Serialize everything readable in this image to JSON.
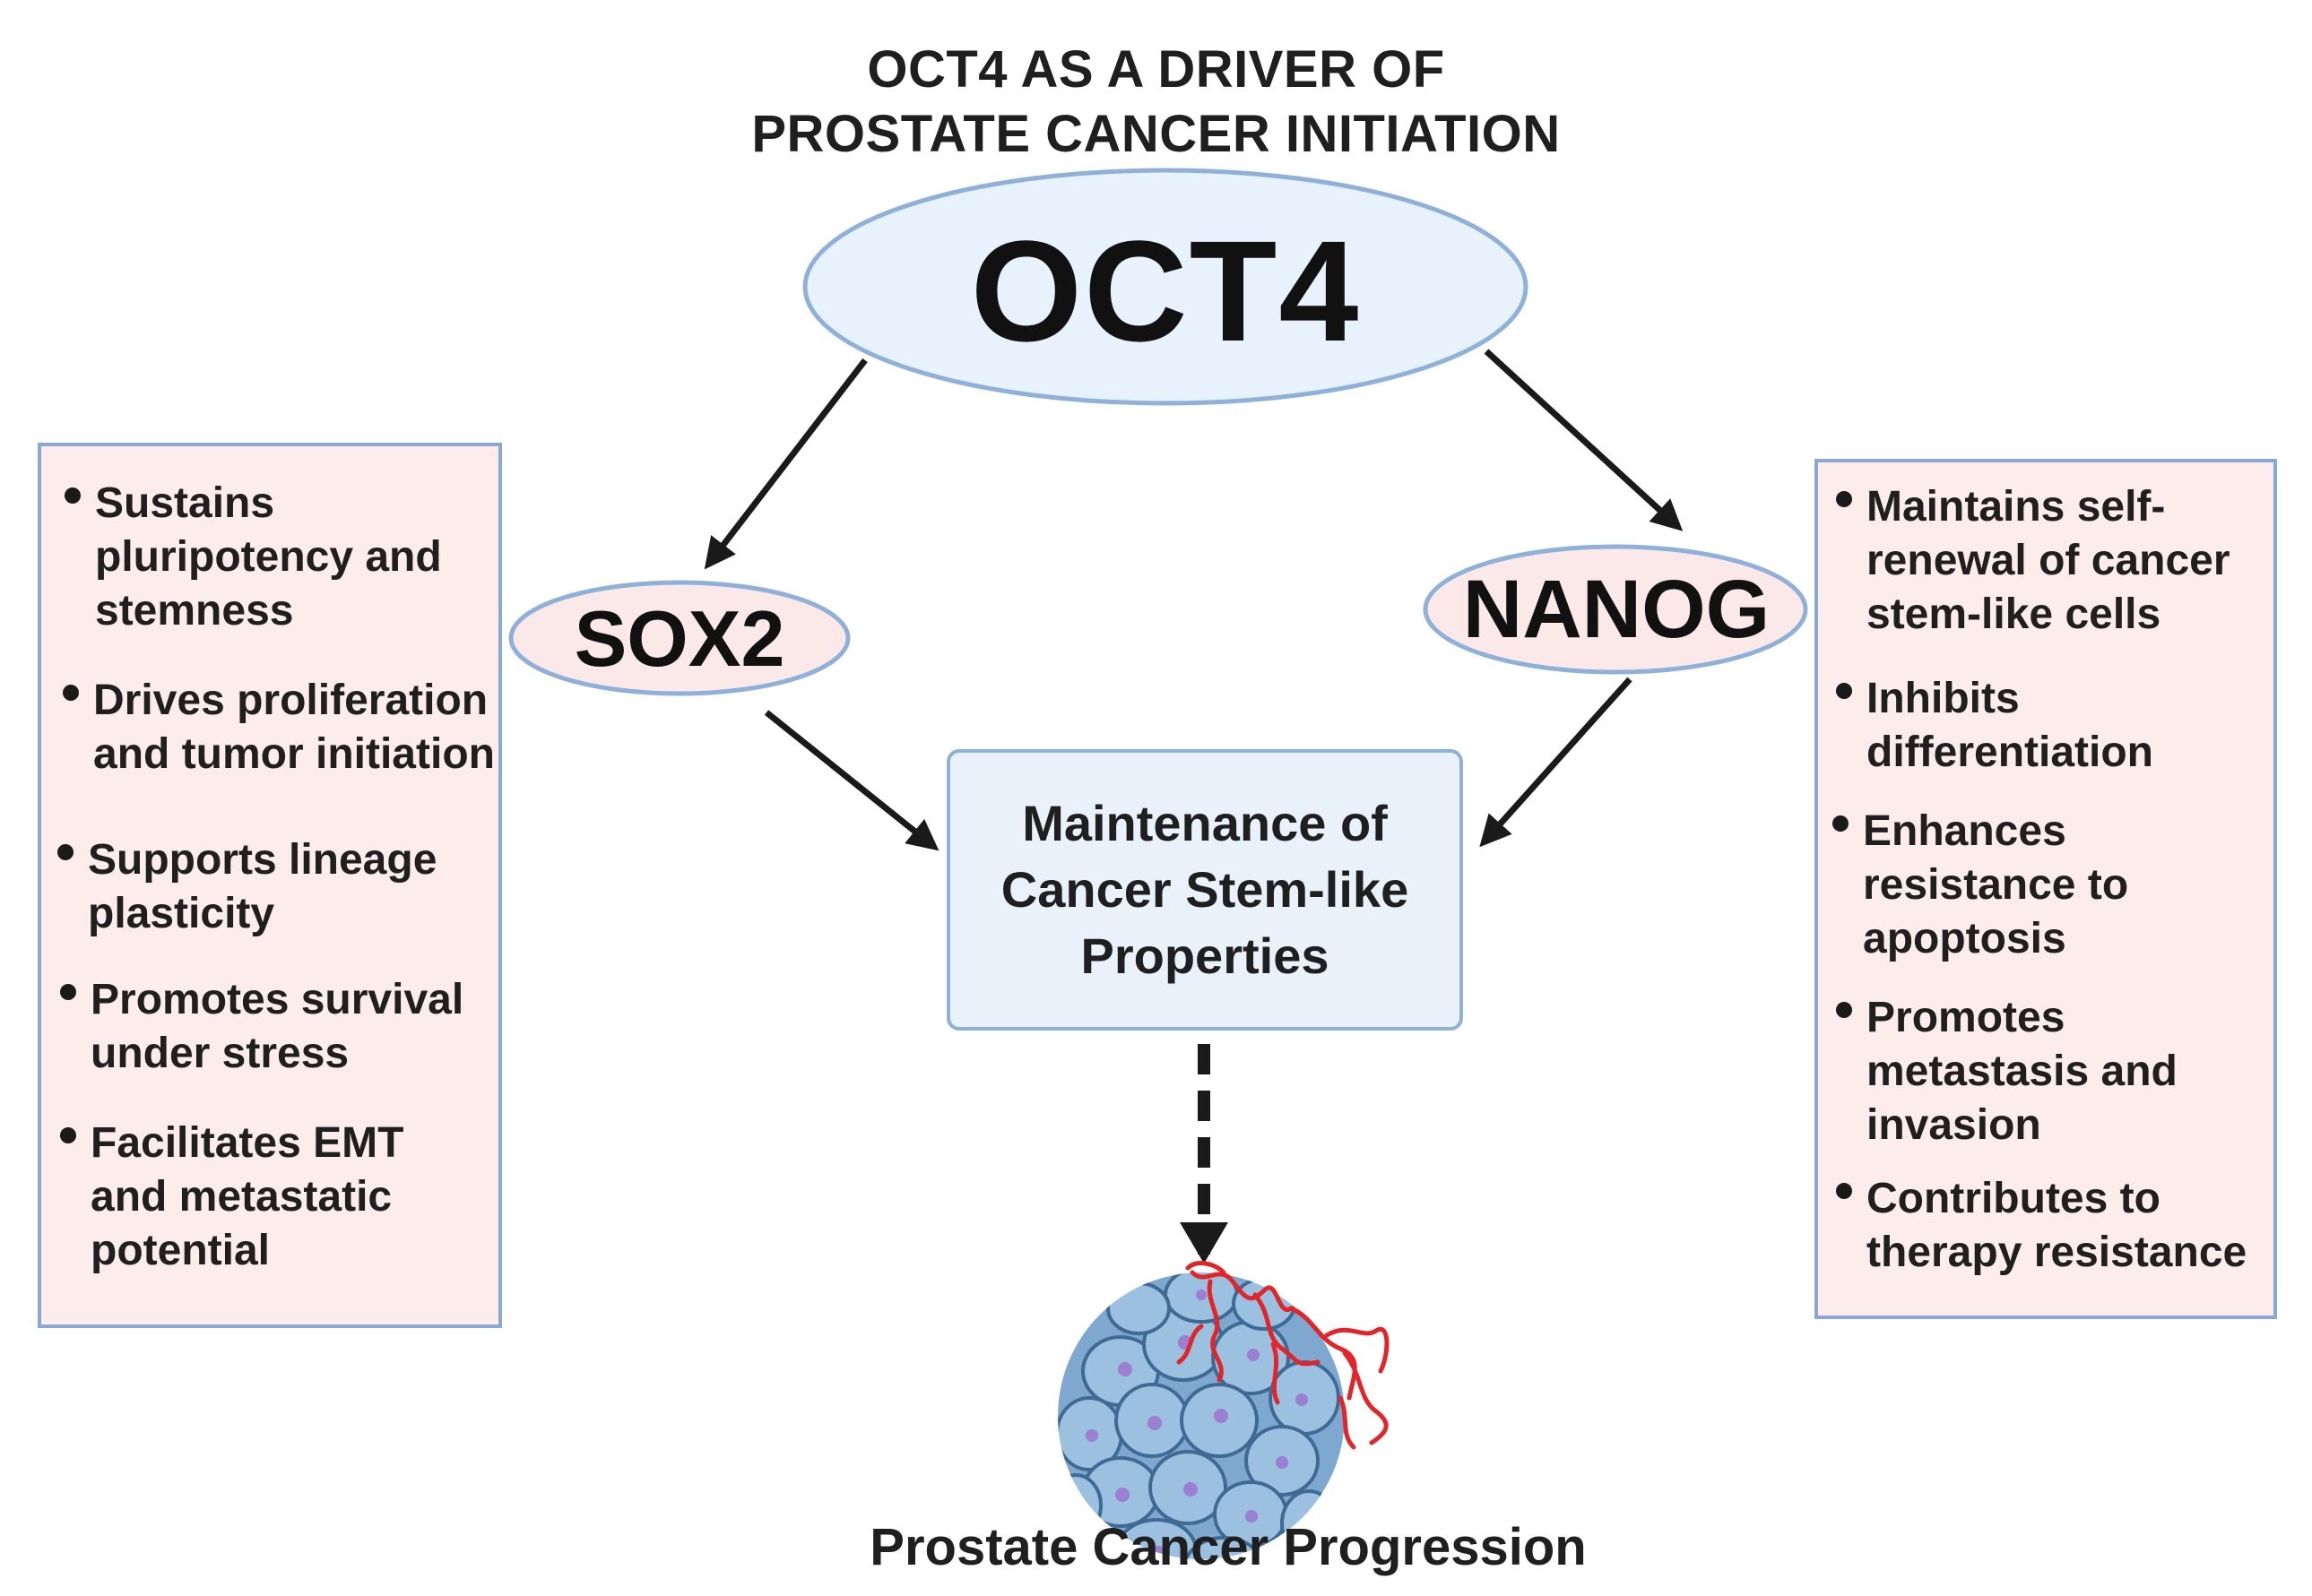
{
  "title": {
    "line1": "OCT4 AS A DRIVER OF",
    "line2": "PROSTATE CANCER INITIATION"
  },
  "nodes": {
    "oct4": "OCT4",
    "sox2": "SOX2",
    "nanog": "NANOG",
    "core": "Maintenance of Cancer Stem-like Properties"
  },
  "sox2_functions": [
    "Sustains pluripotency and stemness",
    "Drives proliferation and tumor initiation",
    "Supports lineage plasticity",
    "Promotes survival under stress",
    "Facilitates EMT and metastatic potential"
  ],
  "nanog_functions": [
    "Maintains self-renewal of cancer stem-like cells",
    "Inhibits differentiation",
    "Enhances resistance to apoptosis",
    "Promotes metastasis and invasion",
    "Contributes to therapy resistance"
  ],
  "footer": "Prostate Cancer Progression",
  "colors": {
    "oct4_fill": "#e8f2fc",
    "oct4_stroke": "#8fb0d8",
    "sox2_fill": "#fbe8e8",
    "nanog_fill": "#fbe8e8",
    "ellipse_stroke": "#8fb0d8",
    "core_fill": "#e9f2fb",
    "side_box_fill": "#fdecec",
    "side_box_stroke": "#8aa8d2",
    "arrow": "#1a1a1a",
    "tumor_cell": "#8fb0d4",
    "tumor_nucleus": "#9b7fd0",
    "vessel": "#e0262a"
  },
  "icons": {
    "tumor": "tumor-cell-cluster-icon"
  }
}
